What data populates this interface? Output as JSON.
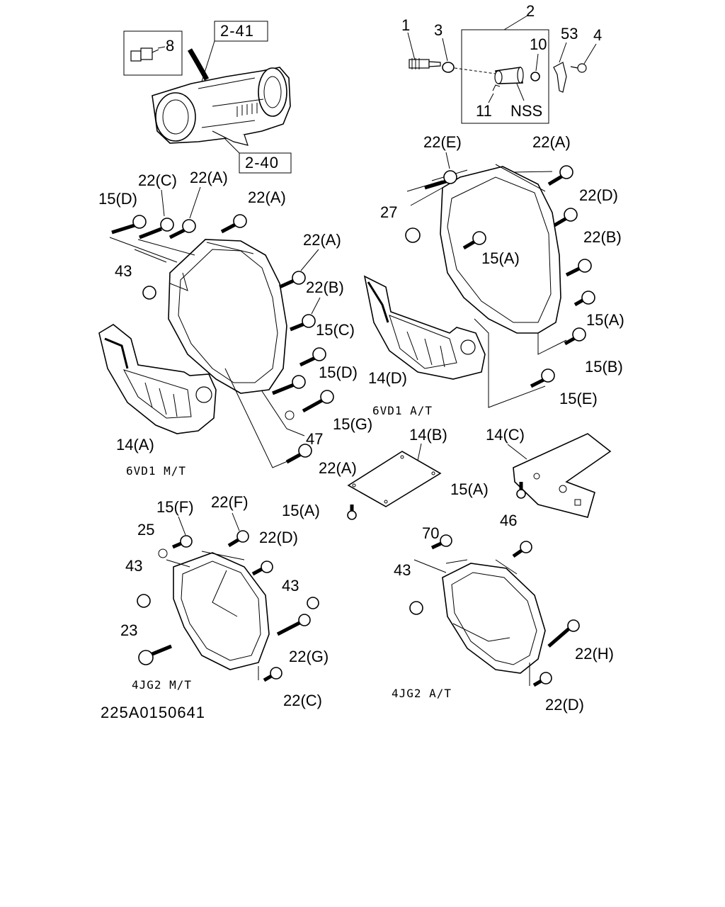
{
  "diagram_code": "225A0150641",
  "section_refs": [
    "2-41",
    "2-40"
  ],
  "captions": {
    "vd1_mt": "6VD1 M/T",
    "vd1_at": "6VD1 A/T",
    "jg2_mt": "4JG2 M/T",
    "jg2_at": "4JG2 A/T"
  },
  "labels": {
    "l8": "8",
    "l1": "1",
    "l3": "3",
    "l2": "2",
    "l53": "53",
    "l4": "4",
    "l10": "10",
    "l11": "11",
    "nss": "NSS",
    "a22e": "22(E)",
    "a22a_tr": "22(A)",
    "a22d_r": "22(D)",
    "a27": "27",
    "a22b_r": "22(B)",
    "a15a_r1": "15(A)",
    "a15a_r2": "15(A)",
    "a15b": "15(B)",
    "a15e": "15(E)",
    "a14d": "14(D)",
    "b22c": "22(C)",
    "b22a_1": "22(A)",
    "b15d": "15(D)",
    "b22a_2": "22(A)",
    "b43": "43",
    "b22a_3": "22(A)",
    "b22b": "22(B)",
    "b15c": "15(C)",
    "b15d_2": "15(D)",
    "b15g": "15(G)",
    "b47": "47",
    "b22a_4": "22(A)",
    "b14a": "14(A)",
    "c14b": "14(B)",
    "c14c": "14(C)",
    "c15a_1": "15(A)",
    "c15a_2": "15(A)",
    "d15f": "15(F)",
    "d22f": "22(F)",
    "d25": "25",
    "d22d": "22(D)",
    "d43a": "43",
    "d43b": "43",
    "d23": "23",
    "d22g": "22(G)",
    "d22c": "22(C)",
    "e70": "70",
    "e46": "46",
    "e43": "43",
    "e22h": "22(H)",
    "e22d": "22(D)"
  }
}
